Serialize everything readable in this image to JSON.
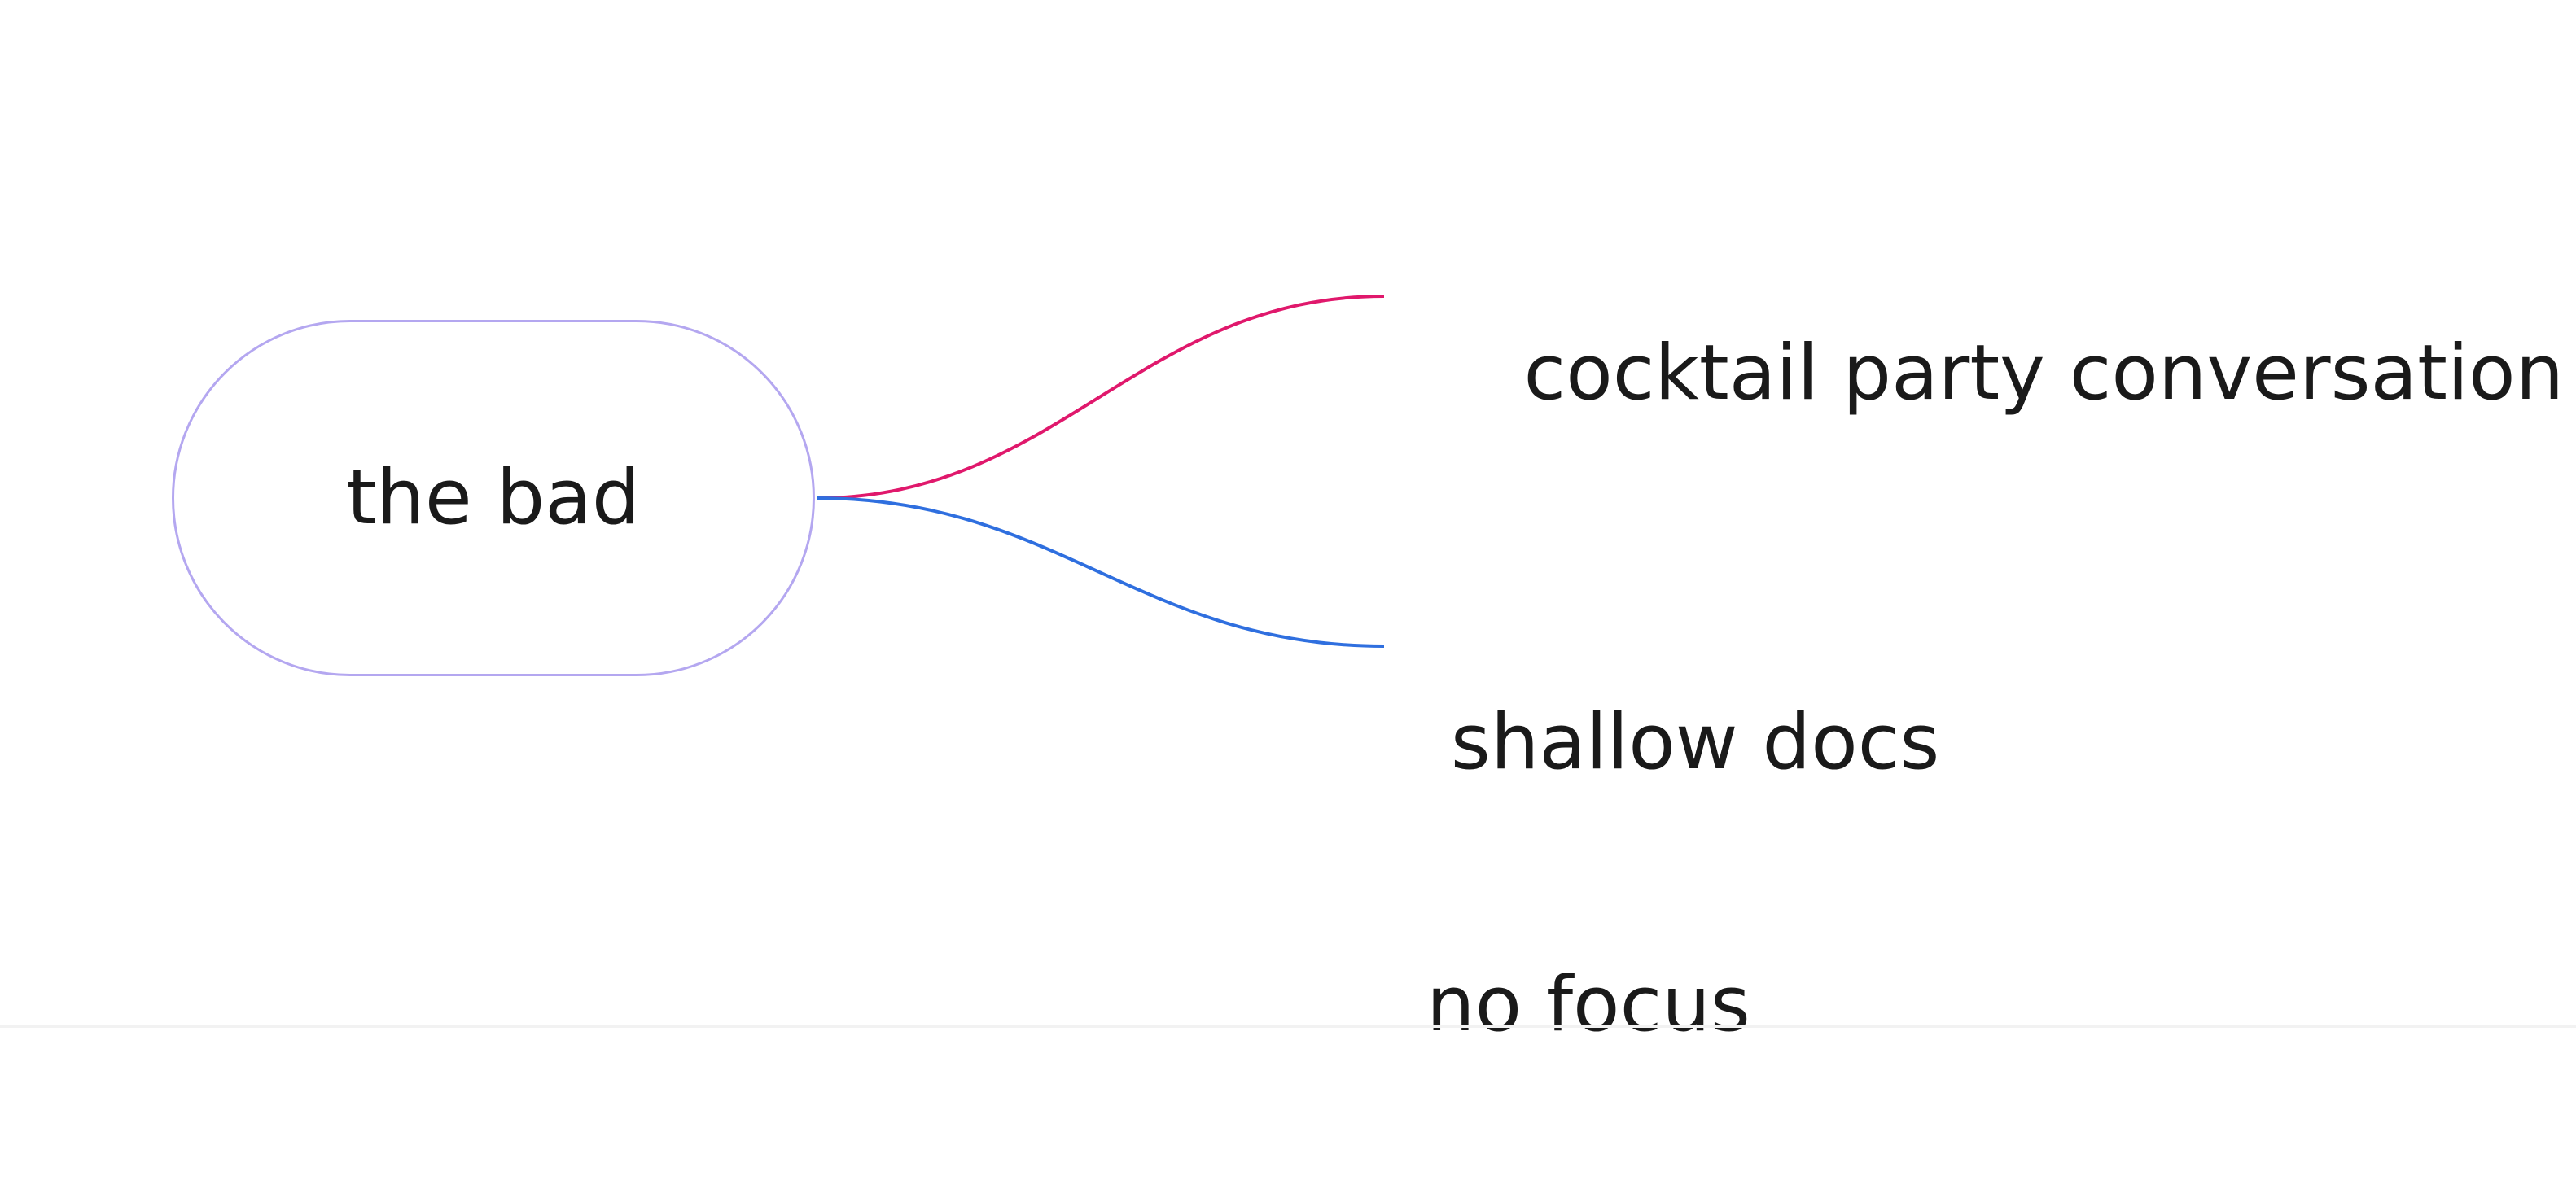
{
  "mindmap": {
    "root": {
      "label": "the bad"
    },
    "branches": [
      {
        "lines": [
          "cocktail party conversation"
        ],
        "color": "#e0186c"
      },
      {
        "lines": [
          " shallow docs",
          "no focus"
        ],
        "color": "#2f6fdf"
      }
    ],
    "root_border_color": "#b4a7f0"
  }
}
